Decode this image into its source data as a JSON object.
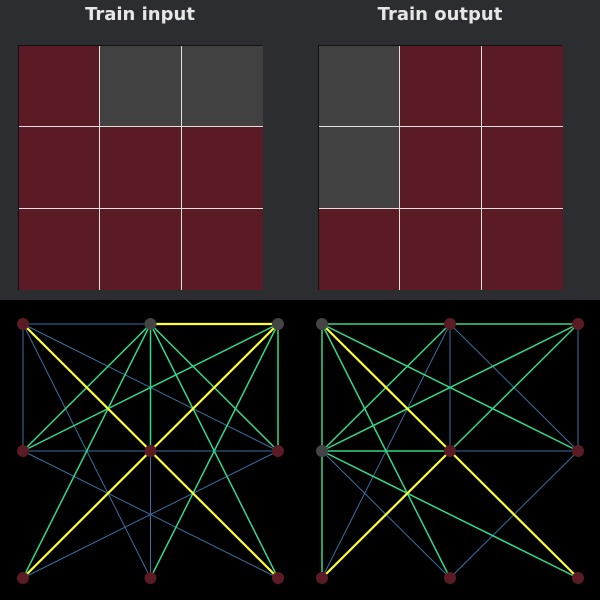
{
  "colors": {
    "red": "#5b1b24",
    "gray": "#414141",
    "gridline": "#e0e0e0",
    "node_red": "#5b1b24",
    "node_gray": "#444444",
    "edge_yellow": "#ffff33",
    "edge_green": "#33d88a",
    "edge_blue": "#3a6fa0"
  },
  "train_input": {
    "title": "Train input",
    "grid": [
      [
        "red",
        "gray",
        "gray"
      ],
      [
        "red",
        "red",
        "red"
      ],
      [
        "red",
        "red",
        "red"
      ]
    ]
  },
  "train_output": {
    "title": "Train output",
    "grid": [
      [
        "gray",
        "red",
        "red"
      ],
      [
        "gray",
        "red",
        "red"
      ],
      [
        "red",
        "red",
        "red"
      ]
    ]
  },
  "graphs": [
    {
      "nodes": [
        "red",
        "gray",
        "gray",
        "red",
        "red",
        "red",
        "red",
        "red",
        "red"
      ],
      "yellow_edges": [
        [
          0,
          4
        ],
        [
          4,
          8
        ],
        [
          1,
          2
        ],
        [
          2,
          4
        ],
        [
          4,
          6
        ]
      ],
      "green_edges": [
        [
          1,
          4
        ],
        [
          1,
          3
        ],
        [
          1,
          5
        ],
        [
          1,
          6
        ],
        [
          1,
          8
        ],
        [
          2,
          3
        ],
        [
          2,
          5
        ],
        [
          2,
          6
        ],
        [
          2,
          7
        ]
      ],
      "blue_edges": [
        [
          0,
          1
        ],
        [
          0,
          5
        ],
        [
          0,
          7
        ],
        [
          3,
          4
        ],
        [
          3,
          8
        ],
        [
          4,
          5
        ],
        [
          4,
          7
        ],
        [
          5,
          6
        ],
        [
          0,
          3
        ]
      ]
    },
    {
      "nodes": [
        "gray",
        "red",
        "red",
        "gray",
        "red",
        "red",
        "red",
        "red",
        "red"
      ],
      "yellow_edges": [
        [
          0,
          4
        ],
        [
          4,
          8
        ],
        [
          4,
          6
        ]
      ],
      "green_edges": [
        [
          0,
          2
        ],
        [
          0,
          3
        ],
        [
          0,
          5
        ],
        [
          0,
          7
        ],
        [
          3,
          2
        ],
        [
          3,
          4
        ],
        [
          3,
          6
        ],
        [
          3,
          8
        ],
        [
          2,
          4
        ],
        [
          1,
          3
        ]
      ],
      "blue_edges": [
        [
          0,
          1
        ],
        [
          1,
          4
        ],
        [
          1,
          6
        ],
        [
          1,
          5
        ],
        [
          2,
          5
        ],
        [
          3,
          5
        ],
        [
          3,
          7
        ],
        [
          4,
          5
        ],
        [
          5,
          7
        ],
        [
          0,
          6
        ]
      ]
    }
  ]
}
